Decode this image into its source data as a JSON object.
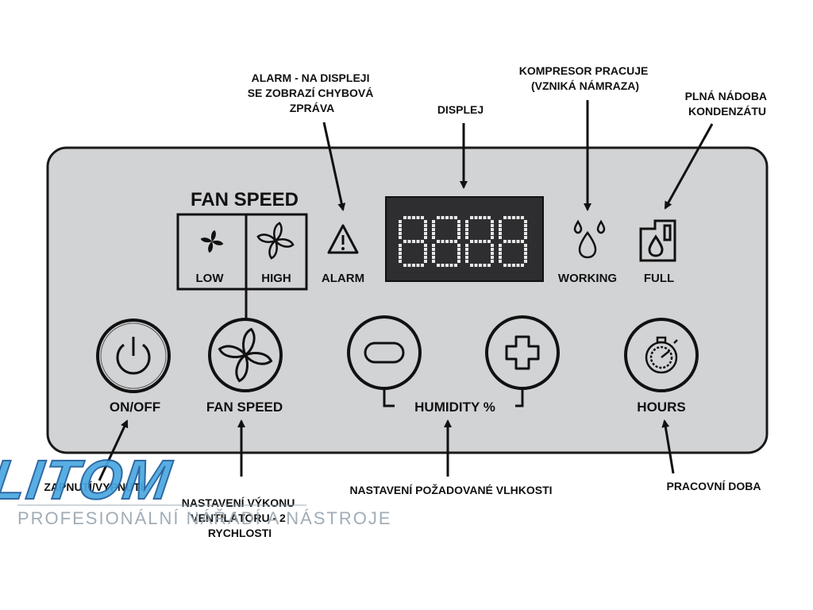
{
  "panel": {
    "fan_speed_title": "FAN SPEED",
    "low_label": "LOW",
    "high_label": "HIGH",
    "alarm_label": "ALARM",
    "display_digits": "8888",
    "working_label": "WORKING",
    "full_label": "FULL",
    "buttons": {
      "onoff": "ON/OFF",
      "fan_speed": "FAN SPEED",
      "humidity": "HUMIDITY %",
      "hours": "HOURS"
    }
  },
  "callouts": {
    "alarm": [
      "ALARM - NA DISPLEJI",
      "SE ZOBRAZÍ CHYBOVÁ",
      "ZPRÁVA"
    ],
    "display": [
      "DISPLEJ"
    ],
    "compressor": [
      "KOMPRESOR PRACUJE",
      "(VZNIKÁ NÁMRAZA)"
    ],
    "full_tank": [
      "PLNÁ NÁDOBA",
      "KONDENZÁTU"
    ],
    "onoff": [
      "ZAPNUTÍ/VYPNUTÍ"
    ],
    "fan_speed": [
      "NASTAVENÍ VÝKONU",
      "VENTILÁTORU - 2",
      "RYCHLOSTI"
    ],
    "humidity": [
      "NASTAVENÍ POŽADOVANÉ VLHKOSTI"
    ],
    "hours": [
      "PRACOVNÍ DOBA"
    ]
  },
  "watermark": {
    "brand": "ALITOM",
    "tagline": "PROFESIONÁLNÍ NÁŘADÍ A NÁSTROJE"
  },
  "colors": {
    "panel_fill": "#d2d3d5",
    "display_fill": "#2e2e30",
    "logo_blue": "#4aa8e0"
  },
  "icons": [
    "fan-low-icon",
    "fan-high-icon",
    "alarm-triangle-icon",
    "droplets-icon",
    "full-tank-icon",
    "power-icon",
    "fan-icon",
    "minus-icon",
    "plus-icon",
    "stopwatch-icon"
  ]
}
